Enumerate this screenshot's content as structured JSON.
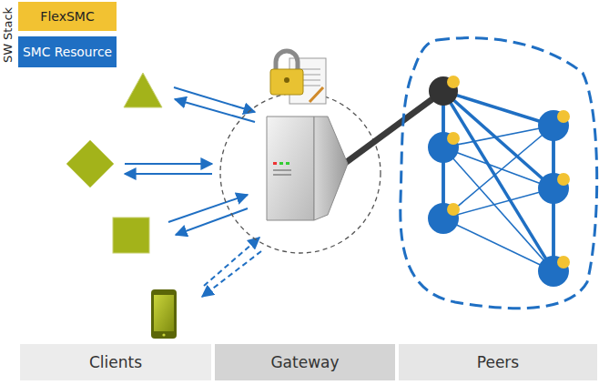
{
  "diagram": {
    "nodes": [
      {
        "text": [
          "FlexSMC"
        ]
      },
      {
        "text": [
          "SMC Resource"
        ]
      },
      {
        "text": [
          "Clients"
        ]
      },
      {
        "text": [
          "Gateway"
        ]
      },
      {
        "text": [
          "Peers"
        ]
      }
    ],
    "labels": [
      "SW Stack"
    ]
  }
}
